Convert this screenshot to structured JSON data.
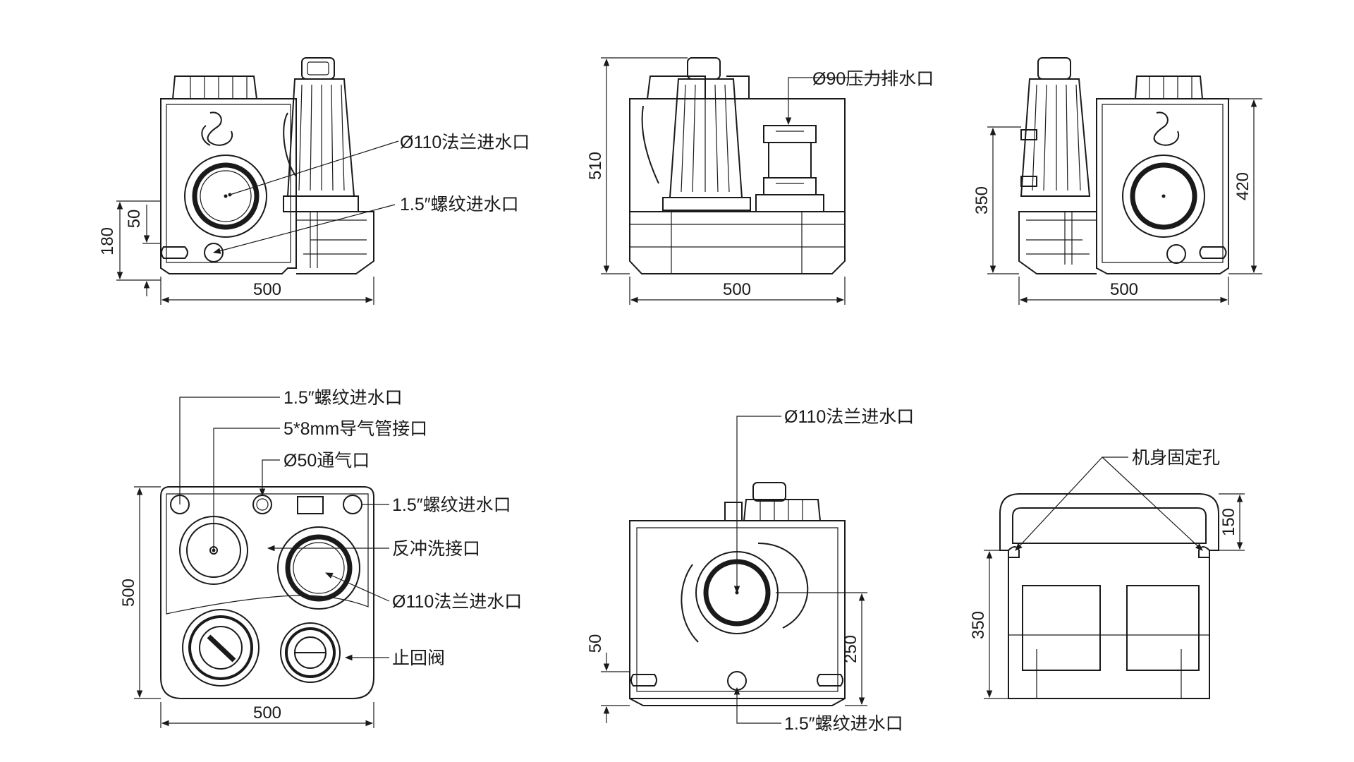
{
  "colors": {
    "line": "#1a1a1a",
    "background": "#ffffff"
  },
  "views": {
    "side_left": {
      "labels": {
        "flange_inlet": "Ø110法兰进水口",
        "thread_inlet": "1.5″螺纹进水口"
      },
      "dims": {
        "width": "500",
        "h180": "180",
        "h50": "50"
      }
    },
    "front": {
      "labels": {
        "pressure_outlet": "Ø90压力排水口"
      },
      "dims": {
        "width": "500",
        "height": "510"
      }
    },
    "side_right": {
      "dims": {
        "width": "500",
        "h350": "350",
        "h420": "420"
      }
    },
    "top": {
      "labels": {
        "thread_inlet_top": "1.5″螺纹进水口",
        "air_pipe": "5*8mm导气管接口",
        "vent": "Ø50通气口",
        "thread_inlet_right": "1.5″螺纹进水口",
        "backflush": "反冲洗接口",
        "flange_inlet": "Ø110法兰进水口",
        "check_valve": "止回阀"
      },
      "dims": {
        "width": "500",
        "depth": "500"
      }
    },
    "back": {
      "labels": {
        "flange_inlet": "Ø110法兰进水口",
        "thread_inlet": "1.5″螺纹进水口"
      },
      "dims": {
        "h50": "50",
        "h250": "250"
      }
    },
    "bottom": {
      "labels": {
        "mount_holes": "机身固定孔"
      },
      "dims": {
        "h150": "150",
        "h350": "350"
      }
    }
  }
}
